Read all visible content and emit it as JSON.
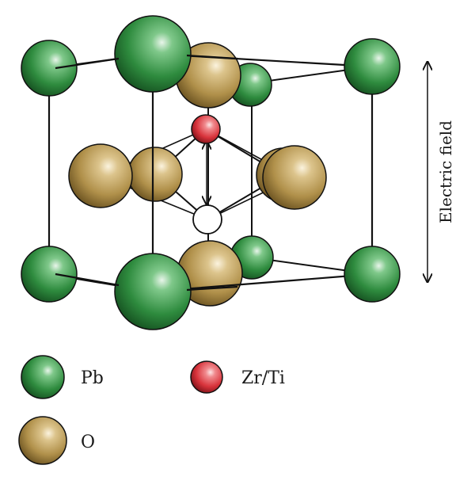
{
  "axis_label": "Electric field",
  "legend": {
    "items": [
      {
        "key": "pb",
        "label": "Pb",
        "color": "#2e8b3e"
      },
      {
        "key": "zrti",
        "label": "Zr/Ti",
        "color": "#d8333b"
      },
      {
        "key": "o",
        "label": "O",
        "color": "#b99a55"
      }
    ]
  },
  "colors": {
    "pb": "#2e8b3e",
    "o": "#b99a55",
    "zrti": "#d8333b",
    "vacancy": "#ffffff",
    "stroke": "#111111"
  }
}
